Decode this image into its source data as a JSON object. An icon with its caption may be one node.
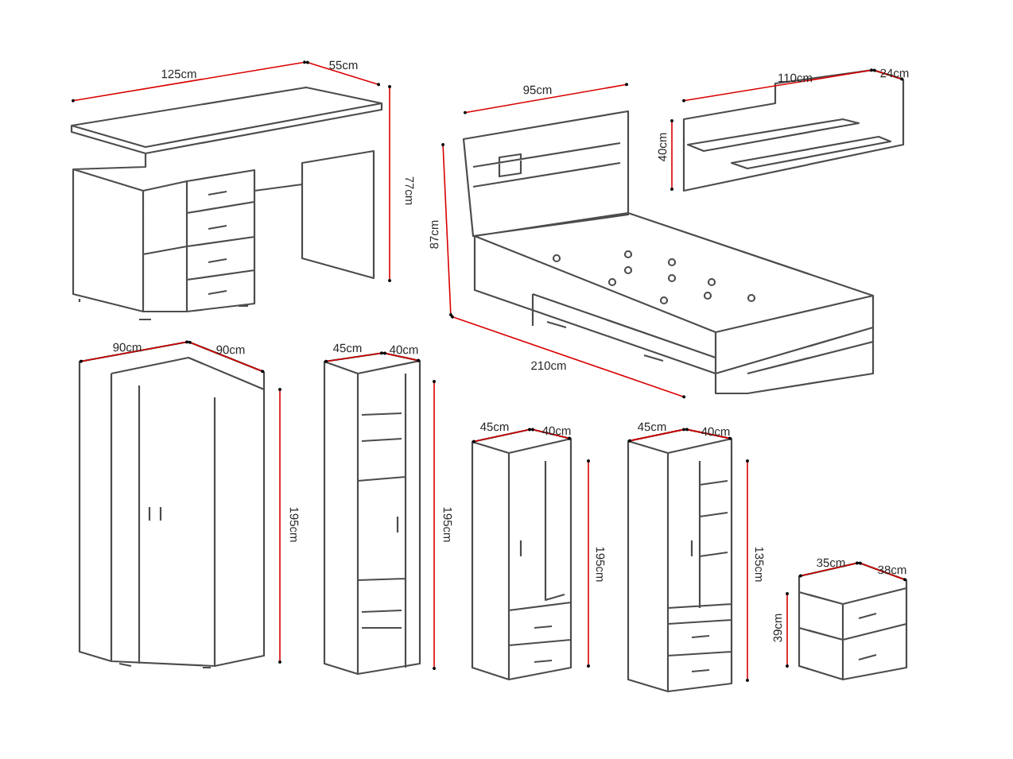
{
  "diagram": {
    "labels": [
      "125cm",
      "55cm",
      "95cm",
      "110cm",
      "24cm",
      "77cm",
      "40cm",
      "87cm",
      "210cm",
      "90cm",
      "90cm",
      "45cm",
      "40cm",
      "195cm",
      "195cm",
      "45cm",
      "40cm",
      "45cm",
      "40cm",
      "195cm",
      "135cm",
      "35cm",
      "38cm",
      "39cm"
    ]
  }
}
